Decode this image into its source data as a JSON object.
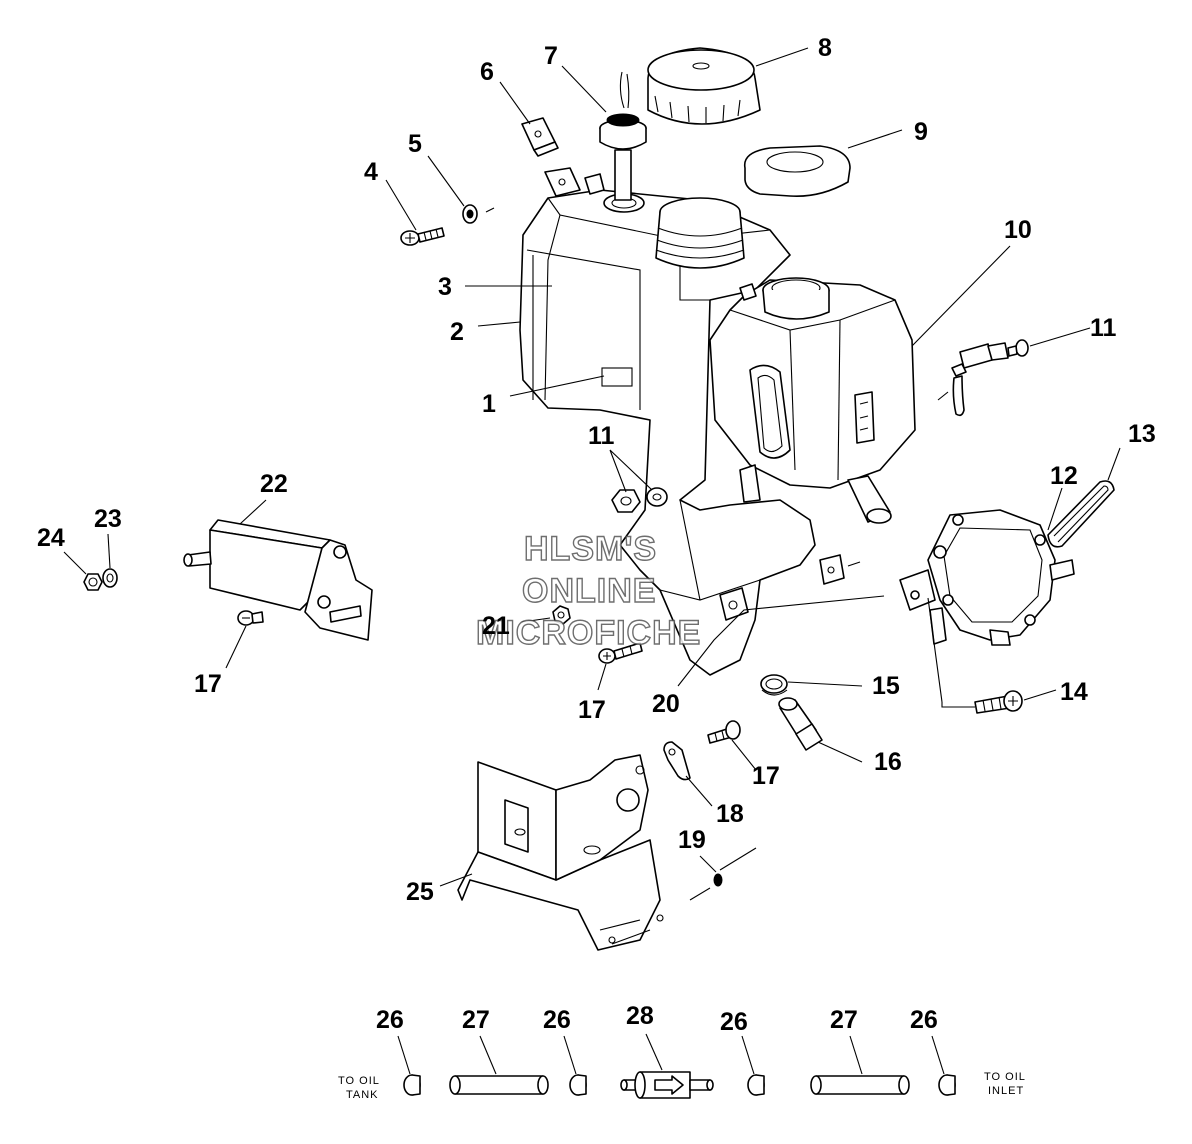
{
  "watermark": {
    "line1": "HLSM'S",
    "line2": "ONLINE",
    "line3": "MICROFICHE"
  },
  "callouts": [
    "1",
    "2",
    "3",
    "4",
    "5",
    "6",
    "7",
    "8",
    "9",
    "10",
    "11",
    "11",
    "12",
    "13",
    "14",
    "15",
    "16",
    "17",
    "17",
    "17",
    "18",
    "19",
    "20",
    "21",
    "22",
    "23",
    "24",
    "25",
    "26",
    "27",
    "26",
    "28",
    "26",
    "27",
    "26"
  ],
  "hose_labels": {
    "to_oil_tank": [
      "TO OIL",
      "TANK"
    ],
    "to_oil_inlet": [
      "TO OIL",
      "INLET"
    ]
  }
}
